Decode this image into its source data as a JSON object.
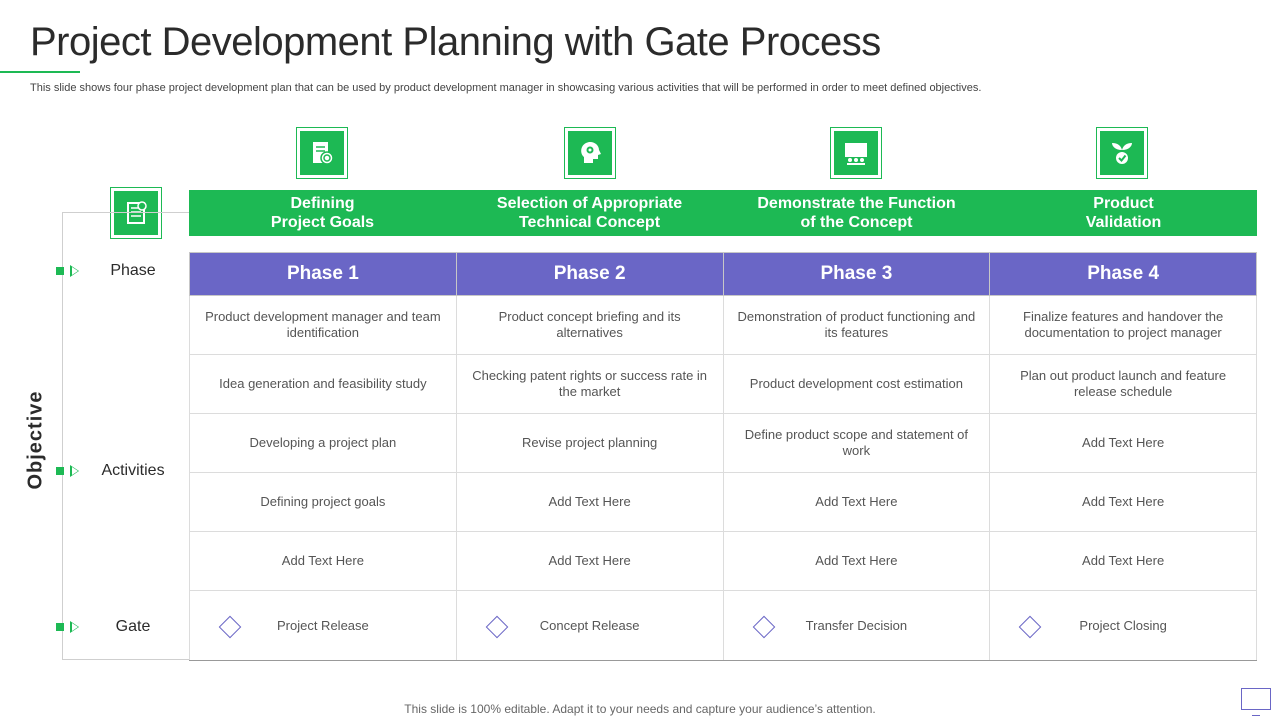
{
  "slide": {
    "title": "Project Development Planning with Gate Process",
    "subtitle": "This slide shows four phase project development plan that can be used by product development manager in showcasing various activities that will be performed in order to meet defined objectives.",
    "footer": "This slide is 100% editable. Adapt it to your needs and capture your audience’s attention."
  },
  "colors": {
    "accent_green": "#1db954",
    "phase_purple": "#6a66c6"
  },
  "icons": [
    "document-target-icon",
    "head-gears-icon",
    "presentation-board-icon",
    "check-leaf-icon"
  ],
  "objectives": [
    "Defining\nProject Goals",
    "Selection of Appropriate\nTechnical Concept",
    "Demonstrate the Function\nof the Concept",
    "Product\nValidation"
  ],
  "side": {
    "axis_label": "Objective",
    "phase_label": "Phase",
    "activities_label": "Activities",
    "gate_label": "Gate"
  },
  "phases": [
    "Phase 1",
    "Phase 2",
    "Phase 3",
    "Phase 4"
  ],
  "activities": [
    [
      "Product development  manager and team identification",
      "Product concept briefing and its alternatives",
      "Demonstration of product functioning and its features",
      "Finalize features and handover the documentation to project manager"
    ],
    [
      "Idea generation and feasibility study",
      "Checking patent rights or success rate in the market",
      "Product development  cost estimation",
      "Plan out product launch and feature release schedule"
    ],
    [
      "Developing  a project plan",
      "Revise project planning",
      "Define product scope and statement of work",
      "Add Text Here"
    ],
    [
      "Defining project goals",
      "Add Text Here",
      "Add Text Here",
      "Add Text Here"
    ],
    [
      "Add Text Here",
      "Add Text Here",
      "Add Text Here",
      "Add Text Here"
    ]
  ],
  "gates": [
    "Project Release",
    "Concept Release",
    "Transfer Decision",
    "Project Closing"
  ]
}
